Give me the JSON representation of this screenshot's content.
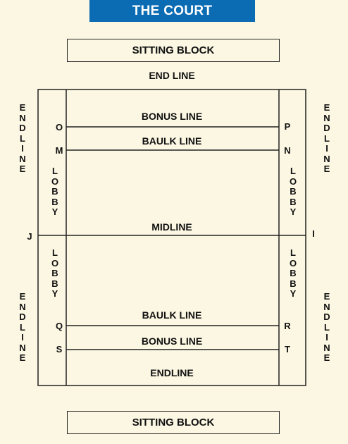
{
  "title": "THE COURT",
  "sitting_block_top": "SITTING BLOCK",
  "sitting_block_bottom": "SITTING BLOCK",
  "end_line_top": "END LINE",
  "endline_bottom": "ENDLINE",
  "bonus_line_top": "BONUS LINE",
  "baulk_line_top": "BAULK LINE",
  "midline": "MIDLINE",
  "baulk_line_bottom": "BAULK LINE",
  "bonus_line_bottom": "BONUS LINE",
  "side_endline_left_top": [
    "E",
    "N",
    "D",
    "L",
    "I",
    "N",
    "E"
  ],
  "side_endline_left_bottom": [
    "E",
    "N",
    "D",
    "L",
    "I",
    "N",
    "E"
  ],
  "side_endline_right_top": [
    "E",
    "N",
    "D",
    "L",
    "I",
    "N",
    "E"
  ],
  "side_endline_right_bottom": [
    "E",
    "N",
    "D",
    "L",
    "I",
    "N",
    "E"
  ],
  "lobby_left_top": [
    "L",
    "O",
    "B",
    "B",
    "Y"
  ],
  "lobby_left_bottom": [
    "L",
    "O",
    "B",
    "B",
    "Y"
  ],
  "lobby_right_top": [
    "L",
    "O",
    "B",
    "B",
    "Y"
  ],
  "lobby_right_bottom": [
    "L",
    "O",
    "B",
    "B",
    "Y"
  ],
  "points": {
    "O": "O",
    "M": "M",
    "P": "P",
    "N": "N",
    "J": "J",
    "I": "I",
    "Q": "Q",
    "S": "S",
    "R": "R",
    "T": "T"
  },
  "colors": {
    "header": "#0b6bb3",
    "background": "#fbf7e3",
    "line": "#222222"
  }
}
